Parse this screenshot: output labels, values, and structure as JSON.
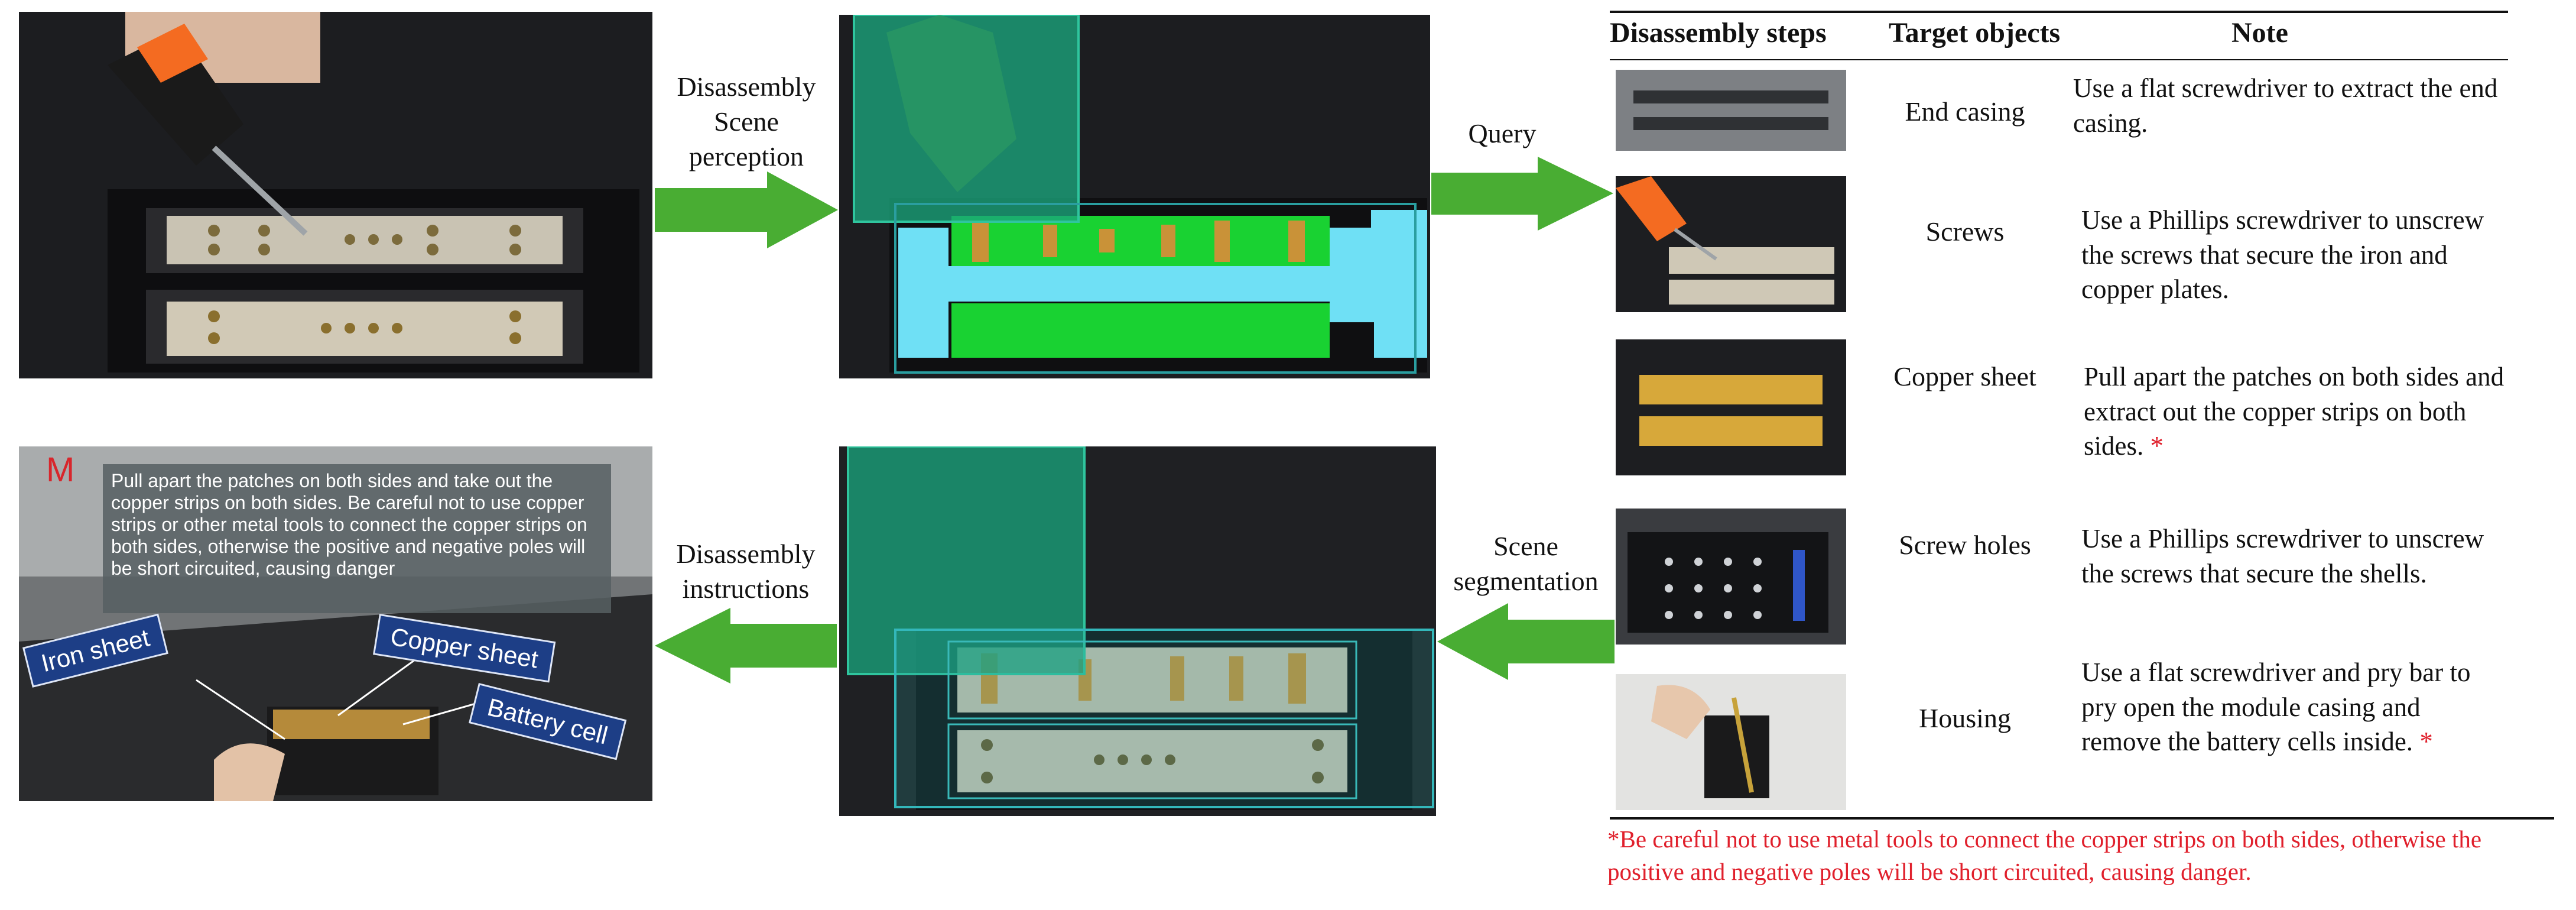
{
  "arrows": {
    "perception": "Disassembly Scene perception",
    "query": "Query",
    "segmentation": "Scene segmentation",
    "instructions": "Disassembly instructions"
  },
  "hud": {
    "letter": "M",
    "instruction_text": "Pull apart the patches on both sides and take out the copper strips on both sides. Be careful not to use copper strips or other metal tools to connect the copper strips on both sides, otherwise the positive and negative poles will be short circuited, causing danger",
    "labels": {
      "iron_sheet": "Iron sheet",
      "copper_sheet": "Copper sheet",
      "battery_cell": "Battery cell"
    }
  },
  "table": {
    "headers": [
      "Disassembly steps",
      "Target objects",
      "Note"
    ],
    "rows": [
      {
        "target": "End casing",
        "note": "Use a flat screwdriver to extract the end casing.",
        "star": ""
      },
      {
        "target": "Screws",
        "note": "Use a Phillips screwdriver to unscrew the screws that secure the iron and copper plates.",
        "star": ""
      },
      {
        "target": "Copper sheet",
        "note": "Pull apart the patches on both sides and extract out the copper strips on both sides.",
        "star": "*"
      },
      {
        "target": "Screw holes",
        "note": "Use a Phillips screwdriver to unscrew the screws that secure the shells.",
        "star": ""
      },
      {
        "target": "Housing",
        "note": "Use a flat screwdriver and pry bar to pry open the module casing and remove the battery cells inside.",
        "star": "*"
      }
    ],
    "footnote": "*Be careful not to use metal tools to connect the copper strips on both sides, otherwise the positive and negative poles will be short circuited, causing danger."
  },
  "colors": {
    "arrow": "#49ad33",
    "mask_green": "#19d232",
    "mask_cyan": "#6fe0f5",
    "box_teal": "#2a9ea0",
    "warning_red": "#e0202c",
    "tag_blue": "#1d3e86"
  }
}
